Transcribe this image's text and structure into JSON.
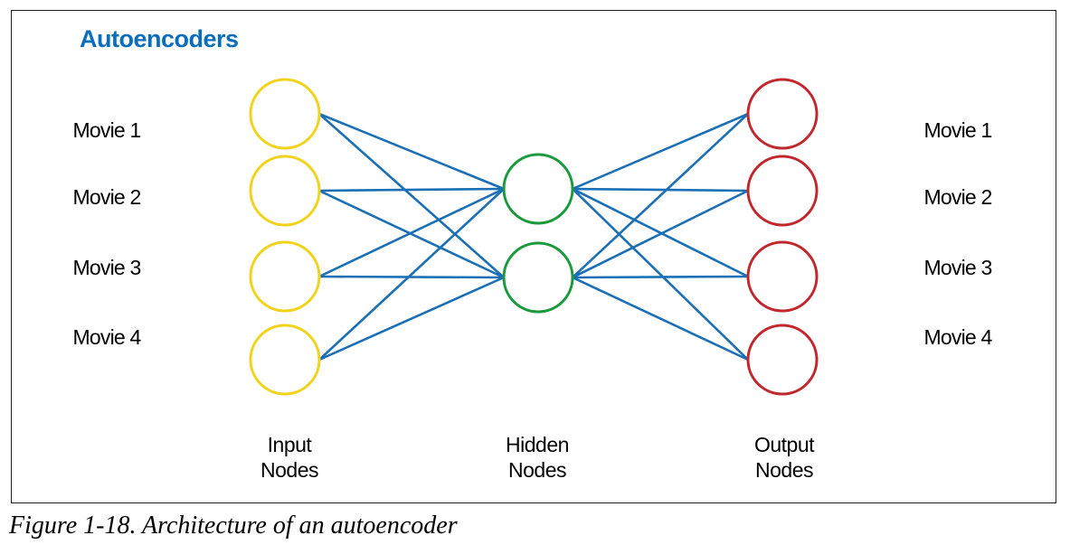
{
  "title": "Autoencoders",
  "caption": "Figure 1-18. Architecture of an autoencoder",
  "inputs": [
    "Movie 1",
    "Movie 2",
    "Movie 3",
    "Movie 4"
  ],
  "outputs": [
    "Movie 1",
    "Movie 2",
    "Movie 3",
    "Movie 4"
  ],
  "layers": {
    "input": {
      "line1": "Input",
      "line2": "Nodes",
      "count": 4
    },
    "hidden": {
      "line1": "Hidden",
      "line2": "Nodes",
      "count": 2
    },
    "output": {
      "line1": "Output",
      "line2": "Nodes",
      "count": 4
    }
  },
  "colors": {
    "title": "#0a6ebd",
    "input_node": "#f2d31b",
    "hidden_node": "#1a9a3c",
    "output_node": "#c0282e",
    "connection": "#1a6fb5",
    "text": "#000000"
  }
}
